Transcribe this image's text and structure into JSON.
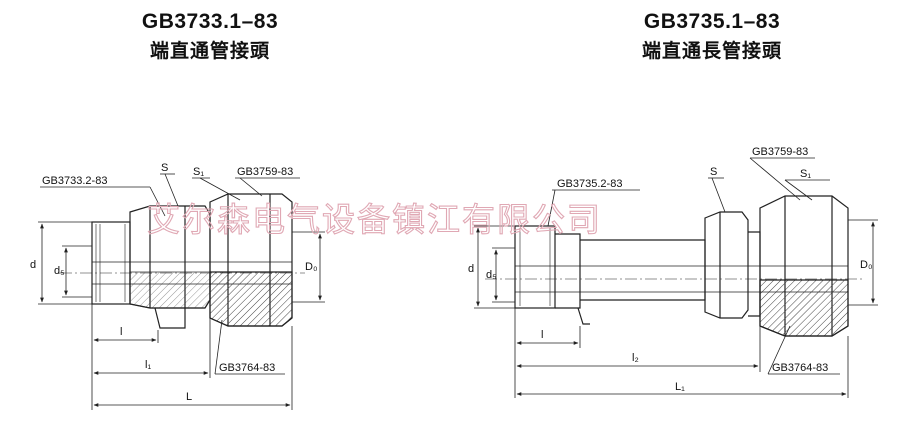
{
  "left": {
    "standard": "GB3733.1–83",
    "name": "端直通管接頭",
    "labels": {
      "nut_part": "GB3733.2-83",
      "s": "S",
      "s1": "S₁",
      "seal_part": "GB3759-83",
      "ring_part": "GB3764-83",
      "d": "d",
      "d5": "d₅",
      "d0": "D₀",
      "l": "l",
      "l1": "l₁",
      "L": "L"
    }
  },
  "right": {
    "standard": "GB3735.1–83",
    "name": "端直通長管接頭",
    "labels": {
      "nut_part": "GB3735.2-83",
      "s": "S",
      "s1": "S₁",
      "seal_part": "GB3759-83",
      "ring_part": "GB3764-83",
      "d": "d",
      "d5": "d₅",
      "d0": "D₀",
      "l": "l",
      "l2": "l₂",
      "L1": "L₁"
    }
  },
  "watermark": "艾尔森电气设备镇江有限公司",
  "colors": {
    "line": "#222222",
    "hatch": "#444444",
    "watermark": "#e0a8b4"
  }
}
